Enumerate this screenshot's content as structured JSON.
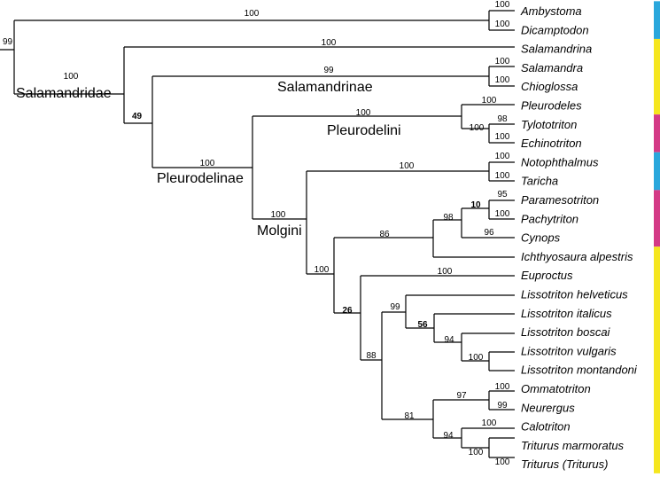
{
  "taxa": [
    "Ambystoma",
    "Dicamptodon",
    "Salamandrina",
    "Salamandra",
    "Chioglossa",
    "Pleurodeles",
    "Tylototriton",
    "Echinotriton",
    "Notophthalmus",
    "Taricha",
    "Paramesotriton",
    "Pachytriton",
    "Cynops",
    "Ichthyosaura alpestris",
    "Euproctus",
    "Lissotriton helveticus",
    "Lissotriton italicus",
    "Lissotriton boscai",
    "Lissotriton vulgaris",
    "Lissotriton montandoni",
    "Ommatotriton",
    "Neurergus",
    "Calotriton",
    "Triturus marmoratus",
    "Triturus (Triturus)"
  ],
  "clade_labels": {
    "salamandridae": "Salamandridae",
    "salamandrinae": "Salamandrinae",
    "pleurodelinae": "Pleurodelinae",
    "pleurodelini": "Pleurodelini",
    "molgini": "Molgini"
  },
  "support_values": {
    "root": "99",
    "ambystomatoid_clade": "100",
    "ambystoma": "100",
    "dicamptodon": "100",
    "salamandrina": "100",
    "salamandridae": "100",
    "salamandridae_inner": "49",
    "salamandrinae": "99",
    "salamandra": "100",
    "chioglossa": "100",
    "pleurodelinae": "100",
    "pleurodelini": "100",
    "pleurodeles": "100",
    "tylototriton_echinotriton": "100",
    "tylototriton": "98",
    "echinotriton": "100",
    "molgini": "100",
    "notophthalmus_taricha": "100",
    "notophthalmus": "100",
    "taricha": "100",
    "molgini_inner": "100",
    "cynops_group": "86",
    "cynops_ichthyosaura": "98",
    "paramesotriton_pachytriton": "10",
    "paramesotriton": "95",
    "pachytriton": "100",
    "cynops": "96",
    "euproctus_group": "26",
    "euproctus": "100",
    "lissotriton_group": "88",
    "lissotriton": "99",
    "lissotriton_italicus_group": "56",
    "boscai_group": "94",
    "vulgaris_montandoni": "100",
    "triturus_group": "81",
    "ommatotriton_neurergus": "97",
    "ommatotriton": "100",
    "neurergus": "99",
    "calotriton_triturus": "94",
    "calotriton": "100",
    "triturus_pair": "100",
    "triturus_triturus": "100"
  },
  "color_bar": [
    {
      "color": "#2aa7dc",
      "taxa": [
        "Ambystoma",
        "Dicamptodon"
      ]
    },
    {
      "color": "#f5e61e",
      "taxa": [
        "Salamandrina",
        "Salamandra",
        "Chioglossa",
        "Pleurodeles"
      ]
    },
    {
      "color": "#d43a86",
      "taxa": [
        "Tylototriton",
        "Echinotriton"
      ]
    },
    {
      "color": "#2aa7dc",
      "taxa": [
        "Notophthalmus",
        "Taricha"
      ]
    },
    {
      "color": "#d43a86",
      "taxa": [
        "Paramesotriton",
        "Pachytriton",
        "Cynops"
      ]
    },
    {
      "color": "#f5e61e",
      "taxa": [
        "Ichthyosaura alpestris",
        "Euproctus",
        "Lissotriton helveticus",
        "Lissotriton italicus",
        "Lissotriton boscai",
        "Lissotriton vulgaris",
        "Lissotriton montandoni",
        "Ommatotriton",
        "Neurergus",
        "Calotriton",
        "Triturus marmoratus",
        "Triturus (Triturus)"
      ]
    }
  ]
}
